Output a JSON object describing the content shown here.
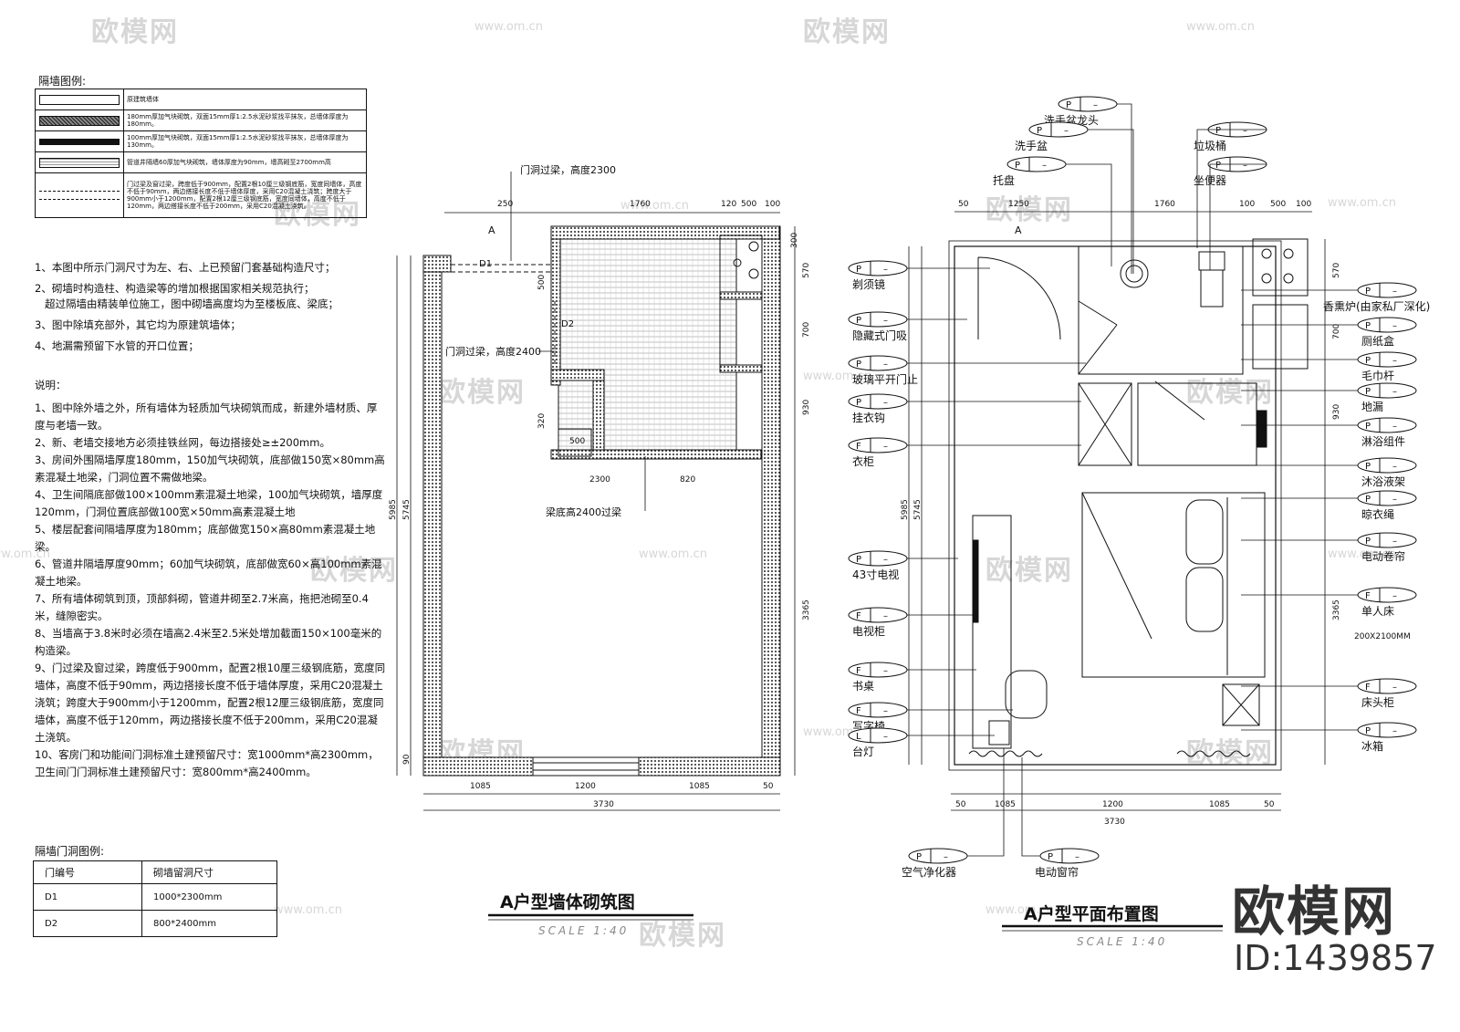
{
  "partition_legend": {
    "title": "隔墙图例:",
    "rows": [
      {
        "swatch": "existing-wall",
        "text": "原建筑墙体"
      },
      {
        "swatch": "aac-150",
        "text": "180mm厚加气块砌筑，双面15mm厚1:2.5水泥砂浆找平抹灰，总墙体厚度为180mm。"
      },
      {
        "swatch": "aac-100",
        "text": "100mm厚加气块砌筑，双面15mm厚1:2.5水泥砂浆找平抹灰，总墙体厚度为130mm。"
      },
      {
        "swatch": "pipe-shaft",
        "text": "管道井隔墙60厚加气块砌筑，墙体厚度为90mm，墙高砌至2700mm高"
      },
      {
        "swatch": "lintel",
        "text": "门过梁及窗过梁，跨度低于900mm，配置2根10厘三级钢底筋，宽度同墙体，高度不低于90mm，两边搭接长度不低于墙体厚度，采用C20混凝土浇筑；跨度大于900mm小于1200mm，配置2根12厘三级钢底筋，宽度同墙体，高度不低于120mm，两边搭接长度不低于200mm，采用C20混凝土浇筑。"
      }
    ]
  },
  "notes_top": [
    "1、本图中所示门洞尺寸为左、右、上已预留门套基础构造尺寸；",
    "2、砌墙时构造柱、构造梁等的增加根据国家相关规范执行；",
    "   超过隔墙由精装单位施工，图中砌墙高度均为至楼板底、梁底；",
    "3、图中除填充部外，其它均为原建筑墙体；",
    "4、地漏需预留下水管的开口位置；"
  ],
  "notes_title": "说明：",
  "notes_main": [
    "1、图中除外墙之外，所有墙体为轻质加气块砌筑而成，新建外墙材质、厚度与老墙一致。",
    "2、新、老墙交接地方必须挂铁丝网，每边搭接处≥±200mm。",
    "3、房间外围隔墙厚度180mm，150加气块砌筑，底部做150宽×80mm高素混凝土地梁，门洞位置不需做地梁。",
    "4、卫生间隔底部做100×100mm素混凝土地梁，100加气块砌筑，墙厚度120mm，门洞位置底部做100宽×50mm高素混凝土地",
    "5、楼层配套间隔墙厚度为180mm；底部做宽150×高80mm素混凝土地梁。",
    "6、管道井隔墙厚度90mm；60加气块砌筑，底部做宽60×高100mm素混凝土地梁。",
    "7、所有墙体砌筑到顶，顶部斜砌，管道井砌至2.7米高，拖把池砌至0.4米，缝隙密实。",
    "8、当墙高于3.8米时必须在墙高2.4米至2.5米处增加截面150×100毫米的构造梁。",
    "9、门过梁及窗过梁，跨度低于900mm，配置2根10厘三级钢底筋，宽度同墙体，高度不低于90mm，两边搭接长度不低于墙体厚度，采用C20混凝土浇筑；跨度大于900mm小于1200mm，配置2根12厘三级钢底筋，宽度同墙体，高度不低于120mm，两边搭接长度不低于200mm，采用C20混凝土浇筑。",
    "10、客房门和功能间门洞标准土建预留尺寸：宽1000mm*高2300mm，卫生间门门洞标准土建预留尺寸：宽800mm*高2400mm。"
  ],
  "door_legend": {
    "title": "隔墙门洞图例:",
    "headers": [
      "门编号",
      "砌墙留洞尺寸"
    ],
    "rows": [
      [
        "D1",
        "1000*2300mm"
      ],
      [
        "D2",
        "800*2400mm"
      ]
    ]
  },
  "wall_plan": {
    "title": "A户型墙体砌筑图",
    "scale": "SCALE 1:40",
    "labels": {
      "lintel_2300": "门洞过梁，高度2300",
      "lintel_2400": "门洞过梁，高度2400",
      "beam_2400": "梁底高2400过梁",
      "section": "A",
      "d1": "D1",
      "d2": "D2"
    },
    "dims_top": [
      "250",
      "1760",
      "120",
      "500",
      "100"
    ],
    "dims_bottom": [
      "1085",
      "1200",
      "1085",
      "50"
    ],
    "dims_total": "3730",
    "dims_right": [
      "300",
      "570",
      "700",
      "930",
      "3365"
    ],
    "dims_left": [
      "5985",
      "5745",
      "90"
    ],
    "dims_inner": [
      "500",
      "2300",
      "820",
      "320",
      "500"
    ]
  },
  "layout_plan": {
    "title": "A户型平面布置图",
    "scale": "SCALE 1:40",
    "section": "A",
    "dims_top": [
      "50",
      "1250",
      "1760",
      "100",
      "500",
      "100"
    ],
    "dims_bottom": [
      "50",
      "1085",
      "1200",
      "1085",
      "50"
    ],
    "dims_total": "3730",
    "dims_right": [
      "570",
      "700",
      "930",
      "3365"
    ],
    "dims_left": [
      "5985",
      "5745"
    ],
    "left_tags": [
      {
        "code": "P",
        "label": "剃须镜"
      },
      {
        "code": "P",
        "label": "隐藏式门吸"
      },
      {
        "code": "P",
        "label": "玻璃平开门止"
      },
      {
        "code": "P",
        "label": "挂衣钩"
      },
      {
        "code": "F",
        "label": "衣柜"
      },
      {
        "code": "P",
        "label": "43寸电视"
      },
      {
        "code": "F",
        "label": "电视柜"
      },
      {
        "code": "F",
        "label": "书桌"
      },
      {
        "code": "F",
        "label": "写字椅"
      },
      {
        "code": "L",
        "label": "台灯"
      }
    ],
    "top_tags": [
      {
        "code": "P",
        "label": "洗手盆龙头"
      },
      {
        "code": "P",
        "label": "洗手盆"
      },
      {
        "code": "P",
        "label": "托盘"
      },
      {
        "code": "P",
        "label": "垃圾桶"
      },
      {
        "code": "P",
        "label": "坐便器"
      }
    ],
    "right_tags": [
      {
        "code": "P",
        "label": "香熏炉(由家私厂深化)"
      },
      {
        "code": "P",
        "label": "厕纸盒"
      },
      {
        "code": "P",
        "label": "毛巾杆"
      },
      {
        "code": "P",
        "label": "地漏"
      },
      {
        "code": "P",
        "label": "淋浴组件"
      },
      {
        "code": "P",
        "label": "沐浴液架"
      },
      {
        "code": "P",
        "label": "晾衣绳"
      },
      {
        "code": "P",
        "label": "电动卷帘"
      },
      {
        "code": "F",
        "label": "单人床",
        "sub": "200X2100MM"
      },
      {
        "code": "F",
        "label": "床头柜"
      },
      {
        "code": "P",
        "label": "冰箱"
      }
    ],
    "bottom_tags": [
      {
        "code": "P",
        "label": "空气净化器"
      },
      {
        "code": "P",
        "label": "电动窗帘"
      }
    ]
  },
  "watermark": {
    "brand": "欧模网",
    "url": "www.om.cn",
    "id": "ID:1439857"
  }
}
